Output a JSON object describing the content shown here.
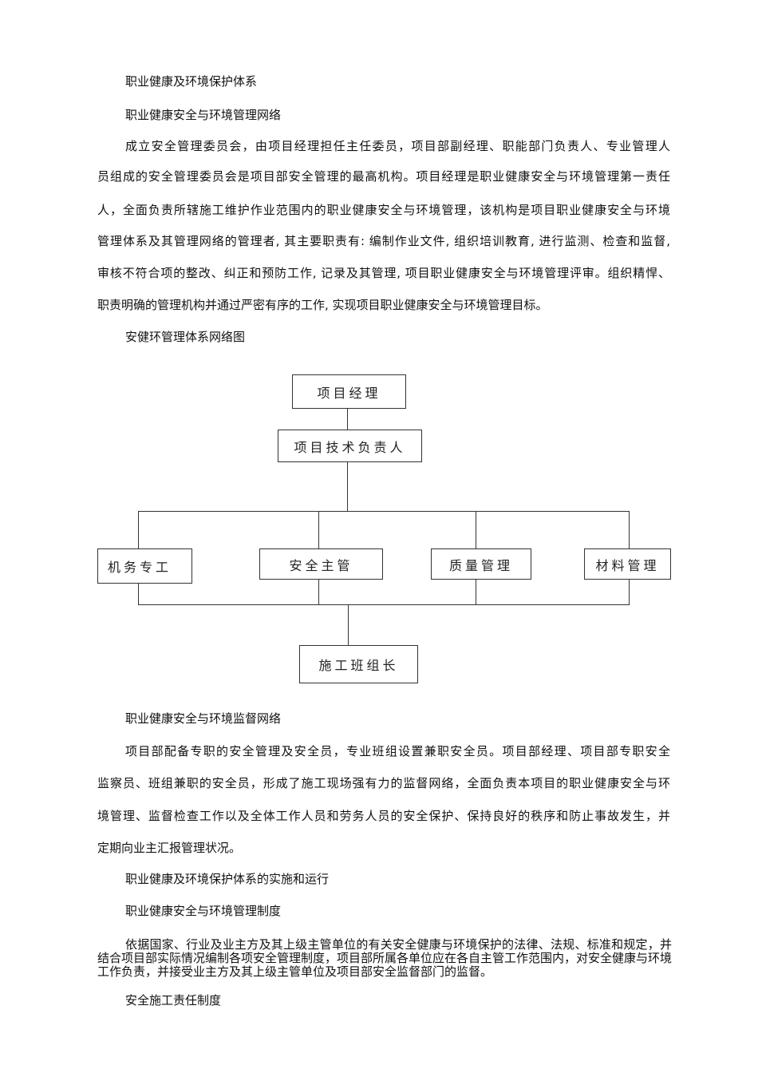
{
  "section1": {
    "heading": "职业健康及环境保护体系",
    "subheading": "职业健康安全与环境管理网络",
    "paragraph_lines": [
      "成立安全管理委员会，由项目经理担任主任委员，项目部副经理、职能部门负责人、专业管理人",
      "员组成的安全管理委员会是项目部安全管理的最高机构。项目经理是职业健康安全与环境管理第一责任",
      "人，全面负责所辖施工维护作业范围内的职业健康安全与环境管理，该机构是项目职业健康安全与环境",
      "管理体系及其管理网络的管理者, 其主要职责有: 编制作业文件, 组织培训教育, 进行监测、检查和监督,",
      "审核不符合项的整改、纠正和预防工作, 记录及其管理, 项目职业健康安全与环境管理评审。组织精悍、",
      "职责明确的管理机构并通过严密有序的工作, 实现项目职业健康安全与环境管理目标。"
    ],
    "figure_caption": "安健环管理体系网络图"
  },
  "org_chart": {
    "top": "项目经理",
    "second": "项目技术负责人",
    "branches": [
      "机务专工",
      "安全主管",
      "质量管理",
      "材料管理"
    ],
    "bottom": "施工班组长"
  },
  "section2": {
    "subheading": "职业健康安全与环境监督网络",
    "paragraph_lines": [
      "项目部配备专职的安全管理及安全员，专业班组设置兼职安全员。项目部经理、项目部专职安全",
      "监察员、班组兼职的安全员，形成了施工现场强有力的监督网络，全面负责本项目的职业健康安全与环",
      "境管理、监督检查工作以及全体工作人员和劳务人员的安全保护、保持良好的秩序和防止事故发生，并",
      "定期向业主汇报管理状况。"
    ]
  },
  "section3": {
    "heading": "职业健康及环境保护体系的实施和运行",
    "subheading": "职业健康安全与环境管理制度",
    "paragraph": "依据国家、行业及业主方及其上级主管单位的有关安全健康与环境保护的法律、法规、标准和规定，并结合项目部实际情况编制各项安全管理制度，项目部所属各单位应在各自主管工作范围内，对安全健康与环境工作负责，并接受业主方及其上级主管单位及项目部安全监督部门的监督。",
    "next_heading": "安全施工责任制度"
  }
}
